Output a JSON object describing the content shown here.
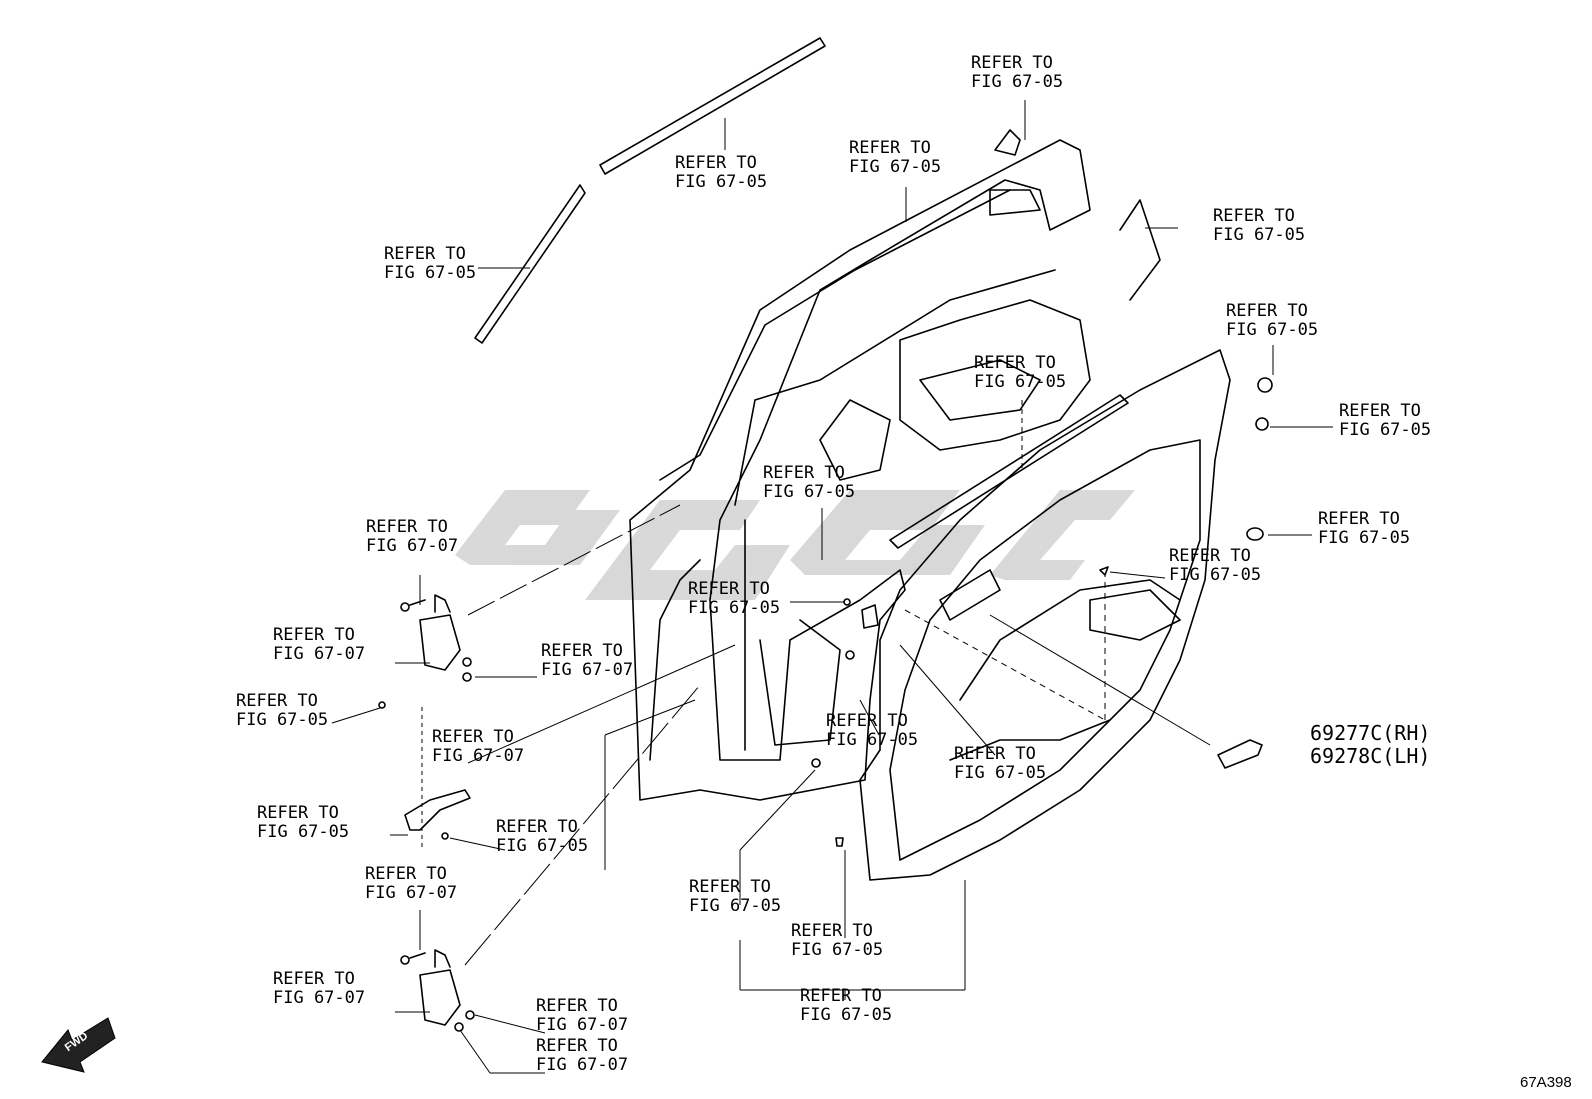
{
  "diagram": {
    "ref_line1": "REFER TO",
    "callouts": [
      {
        "id": "c01",
        "fig": "FIG 67-05"
      },
      {
        "id": "c02",
        "fig": "FIG 67-05"
      },
      {
        "id": "c03",
        "fig": "FIG 67-05"
      },
      {
        "id": "c04",
        "fig": "FIG 67-05"
      },
      {
        "id": "c05",
        "fig": "FIG 67-05"
      },
      {
        "id": "c06",
        "fig": "FIG 67-05"
      },
      {
        "id": "c07",
        "fig": "FIG 67-05"
      },
      {
        "id": "c08",
        "fig": "FIG 67-05"
      },
      {
        "id": "c09",
        "fig": "FIG 67-05"
      },
      {
        "id": "c10",
        "fig": "FIG 67-05"
      },
      {
        "id": "c11",
        "fig": "FIG 67-05"
      },
      {
        "id": "c12",
        "fig": "FIG 67-07"
      },
      {
        "id": "c13",
        "fig": "FIG 67-05"
      },
      {
        "id": "c14",
        "fig": "FIG 67-07"
      },
      {
        "id": "c15",
        "fig": "FIG 67-07"
      },
      {
        "id": "c16",
        "fig": "FIG 67-05"
      },
      {
        "id": "c17",
        "fig": "FIG 67-07"
      },
      {
        "id": "c18",
        "fig": "FIG 67-05"
      },
      {
        "id": "c19",
        "fig": "FIG 67-05"
      },
      {
        "id": "c20",
        "fig": "FIG 67-05"
      },
      {
        "id": "c21",
        "fig": "FIG 67-05"
      },
      {
        "id": "c22",
        "fig": "FIG 67-07"
      },
      {
        "id": "c23",
        "fig": "FIG 67-05"
      },
      {
        "id": "c24",
        "fig": "FIG 67-05"
      },
      {
        "id": "c25",
        "fig": "FIG 67-07"
      },
      {
        "id": "c26",
        "fig": "FIG 67-07"
      },
      {
        "id": "c27",
        "fig": "FIG 67-07"
      },
      {
        "id": "c28",
        "fig": "FIG 67-05"
      }
    ],
    "part_numbers": [
      "69277C(RH)",
      "69278C(LH)"
    ],
    "fwd_label": "FWD",
    "figure_code": "67A398",
    "colors": {
      "line": "#000000",
      "watermark": "#d0d0d0",
      "background": "#ffffff"
    }
  }
}
